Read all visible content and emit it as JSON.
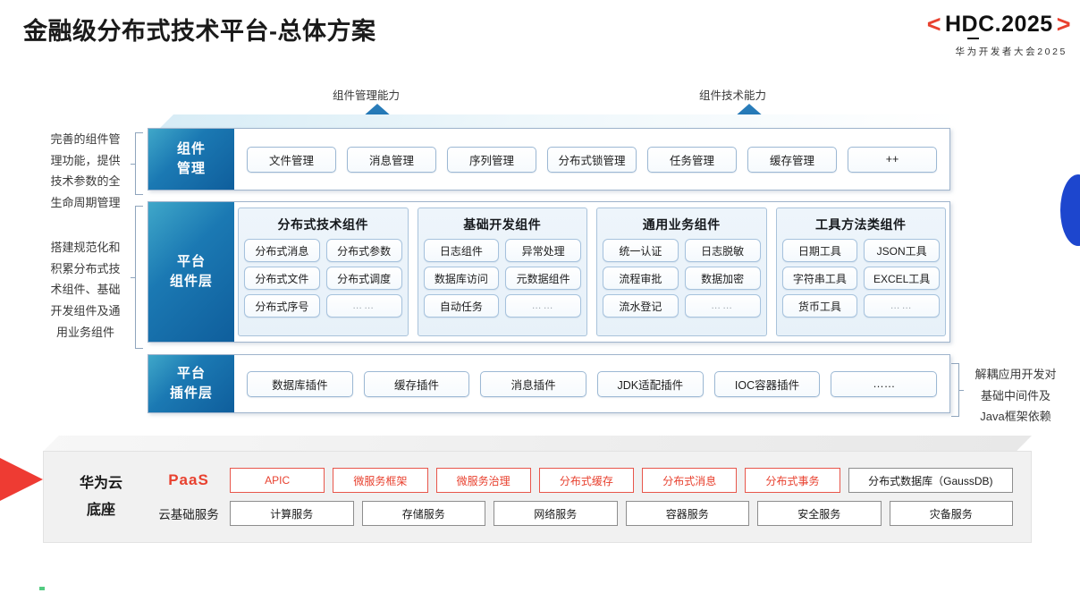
{
  "header": {
    "title": "金融级分布式技术平台-总体方案",
    "logo": {
      "left_bracket": "<",
      "text": "HDC.2025",
      "right_bracket": ">",
      "subtitle": "华为开发者大会2025"
    }
  },
  "arrows": [
    {
      "label": "组件管理能力"
    },
    {
      "label": "组件技术能力"
    }
  ],
  "annotations": {
    "left_top": "完善的组件管理功能，提供技术参数的全生命周期管理",
    "left_top_lines": [
      "完善的组件管",
      "理功能，提供",
      "技术参数的全",
      "生命周期管理"
    ],
    "left_bottom_lines": [
      "搭建规范化和",
      "积累分布式技",
      "术组件、基础",
      "开发组件及通",
      "用业务组件"
    ],
    "right_lines": [
      "解耦应用开发对",
      "基础中间件及",
      "Java框架依赖"
    ]
  },
  "layers": {
    "component_management": {
      "label_lines": [
        "组件",
        "管理"
      ],
      "items": [
        "文件管理",
        "消息管理",
        "序列管理",
        "分布式锁管理",
        "任务管理",
        "缓存管理",
        "++"
      ]
    },
    "platform_component": {
      "label_lines": [
        "平台",
        "组件层"
      ],
      "groups": [
        {
          "title": "分布式技术组件",
          "items": [
            "分布式消息",
            "分布式参数",
            "分布式文件",
            "分布式调度",
            "分布式序号",
            "……"
          ]
        },
        {
          "title": "基础开发组件",
          "items": [
            "日志组件",
            "异常处理",
            "数据库访问",
            "元数据组件",
            "自动任务",
            "……"
          ]
        },
        {
          "title": "通用业务组件",
          "items": [
            "统一认证",
            "日志脱敏",
            "流程审批",
            "数据加密",
            "流水登记",
            "……"
          ]
        },
        {
          "title": "工具方法类组件",
          "items": [
            "日期工具",
            "JSON工具",
            "字符串工具",
            "EXCEL工具",
            "货币工具",
            "……"
          ]
        }
      ]
    },
    "platform_plugin": {
      "label_lines": [
        "平台",
        "插件层"
      ],
      "items": [
        "数据库插件",
        "缓存插件",
        "消息插件",
        "JDK适配插件",
        "IOC容器插件",
        "……"
      ]
    }
  },
  "base": {
    "label_lines": [
      "华为云",
      "底座"
    ],
    "rows": [
      {
        "label": "PaaS",
        "style": "paas",
        "cells": [
          {
            "text": "APIC",
            "style": "red"
          },
          {
            "text": "微服务框架",
            "style": "red"
          },
          {
            "text": "微服务治理",
            "style": "red"
          },
          {
            "text": "分布式缓存",
            "style": "red"
          },
          {
            "text": "分布式消息",
            "style": "red"
          },
          {
            "text": "分布式事务",
            "style": "red"
          },
          {
            "text": "分布式数据库（GaussDB)",
            "style": "gray wide"
          }
        ]
      },
      {
        "label": "云基础服务",
        "style": "cloud",
        "cells": [
          {
            "text": "计算服务",
            "style": "gray"
          },
          {
            "text": "存储服务",
            "style": "gray"
          },
          {
            "text": "网络服务",
            "style": "gray"
          },
          {
            "text": "容器服务",
            "style": "gray"
          },
          {
            "text": "安全服务",
            "style": "gray"
          },
          {
            "text": "灾备服务",
            "style": "gray"
          }
        ]
      }
    ]
  },
  "colors": {
    "brand_red": "#E8412F",
    "layer_blue_start": "#3FA7C9",
    "layer_blue_end": "#0F5E9C",
    "arrow_blue": "#1A6FAE",
    "accent_blue": "#1D46CE",
    "base_gray": "#f1f1f1"
  }
}
